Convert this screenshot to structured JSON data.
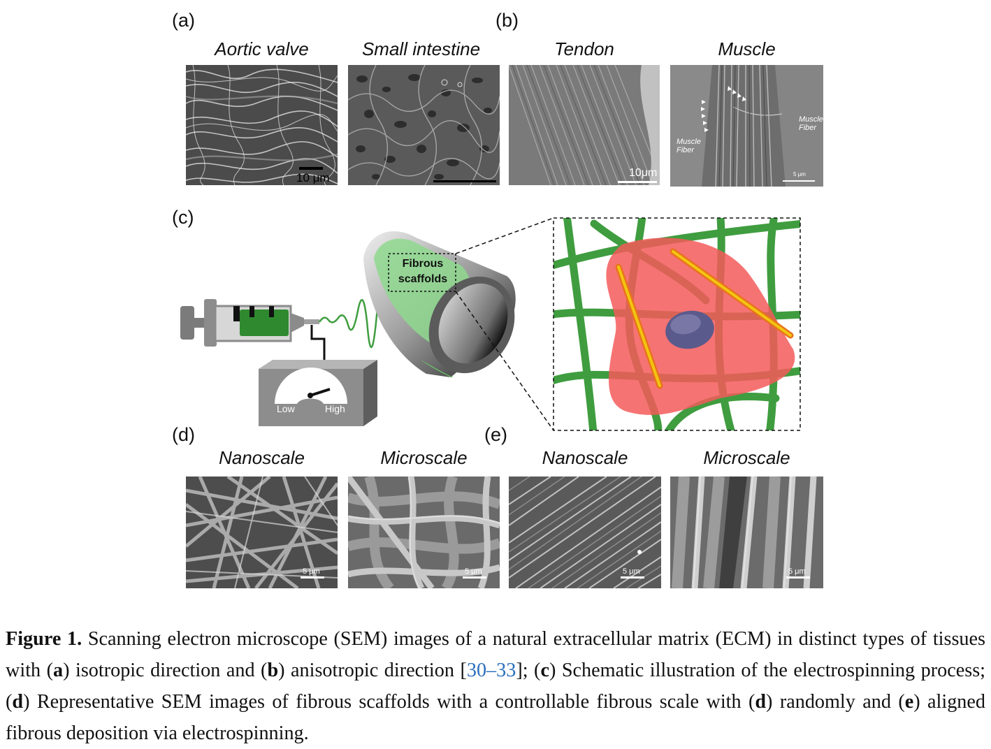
{
  "panels": {
    "a": {
      "label": "(a)",
      "images": [
        {
          "title": "Aortic valve",
          "scale": "10 μm"
        },
        {
          "title": "Small intestine"
        }
      ]
    },
    "b": {
      "label": "(b)",
      "images": [
        {
          "title": "Tendon",
          "scale": "10μm"
        },
        {
          "title": "Muscle",
          "annotation_left": "Muscle Fiber",
          "annotation_right": "Muscle Fiber",
          "scale": "5 μm"
        }
      ]
    },
    "c": {
      "label": "(c)",
      "scaffold_label_line1": "Fibrous",
      "scaffold_label_line2": "scaffolds",
      "gauge_low": "Low",
      "gauge_high": "High"
    },
    "d": {
      "label": "(d)",
      "images": [
        {
          "title": "Nanoscale",
          "scale": "5 μm"
        },
        {
          "title": "Microscale",
          "scale": "5 μm"
        }
      ]
    },
    "e": {
      "label": "(e)",
      "images": [
        {
          "title": "Nanoscale",
          "scale": "5 μm"
        },
        {
          "title": "Microscale",
          "scale": "5 μm"
        }
      ]
    }
  },
  "caption": {
    "figure_label": "Figure 1.",
    "text_1": " Scanning electron microscope (SEM) images of a natural extracellular matrix (ECM) in distinct types of tissues with (",
    "b1": "a",
    "text_2": ") isotropic direction and (",
    "b2": "b",
    "text_3": ") anisotropic direction [",
    "ref": "30–33",
    "text_4": "]; (",
    "b3": "c",
    "text_5": ") Schematic illustration of the electrospinning process; (",
    "b4": "d",
    "text_6": ") Representative SEM images of fibrous scaffolds with a controllable fibrous scale with (",
    "b5": "d",
    "text_7": ") randomly and (",
    "b6": "e",
    "text_8": ") aligned fibrous deposition via electrospinning."
  },
  "colors": {
    "fiber_green": "#3f9d3f",
    "cell_red": "#f45a5a",
    "nucleus": "#5b5a8c",
    "filament_yellow": "#f2c511",
    "filament_orange": "#e8731c",
    "scaffold_green": "#7ed07e"
  }
}
